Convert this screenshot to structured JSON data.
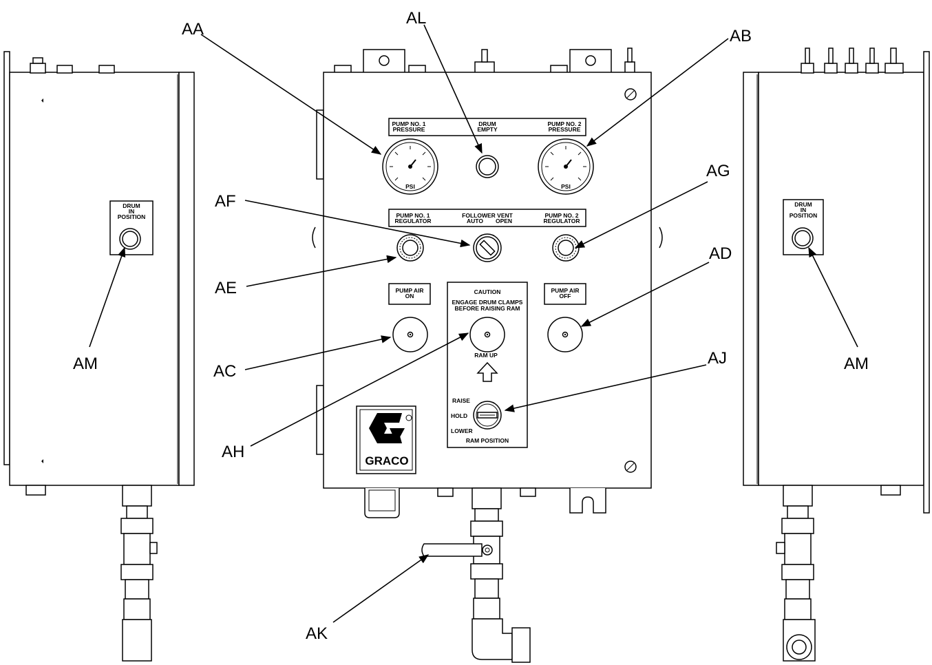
{
  "callouts": {
    "AA": "AA",
    "AL": "AL",
    "AB": "AB",
    "AF": "AF",
    "AG": "AG",
    "AE": "AE",
    "AD": "AD",
    "AC": "AC",
    "AJ": "AJ",
    "AH": "AH",
    "AK": "AK",
    "AM_left": "AM",
    "AM_right": "AM"
  },
  "panel_labels": {
    "pump1_pressure": [
      "PUMP NO. 1",
      "PRESSURE"
    ],
    "drum_empty": [
      "DRUM",
      "EMPTY"
    ],
    "pump2_pressure": [
      "PUMP NO. 2",
      "PRESSURE"
    ],
    "gauge_unit": "PSI",
    "pump1_regulator": [
      "PUMP NO. 1",
      "REGULATOR"
    ],
    "follower_vent": "FOLLOWER VENT",
    "follower_auto": "AUTO",
    "follower_open": "OPEN",
    "pump2_regulator": [
      "PUMP NO. 2",
      "REGULATOR"
    ],
    "pump_air_on": [
      "PUMP AIR",
      "ON"
    ],
    "pump_air_off": [
      "PUMP AIR",
      "OFF"
    ],
    "caution": "CAUTION",
    "caution_text": [
      "ENGAGE DRUM CLAMPS",
      "BEFORE RAISING RAM"
    ],
    "ram_up": "RAM UP",
    "raise": "RAISE",
    "hold": "HOLD",
    "lower": "LOWER",
    "ram_position": "RAM POSITION",
    "logo": "GRACO",
    "drum_in_position": [
      "DRUM",
      "IN",
      "POSITION"
    ]
  },
  "colors": {
    "line": "#000000",
    "background": "#ffffff"
  }
}
